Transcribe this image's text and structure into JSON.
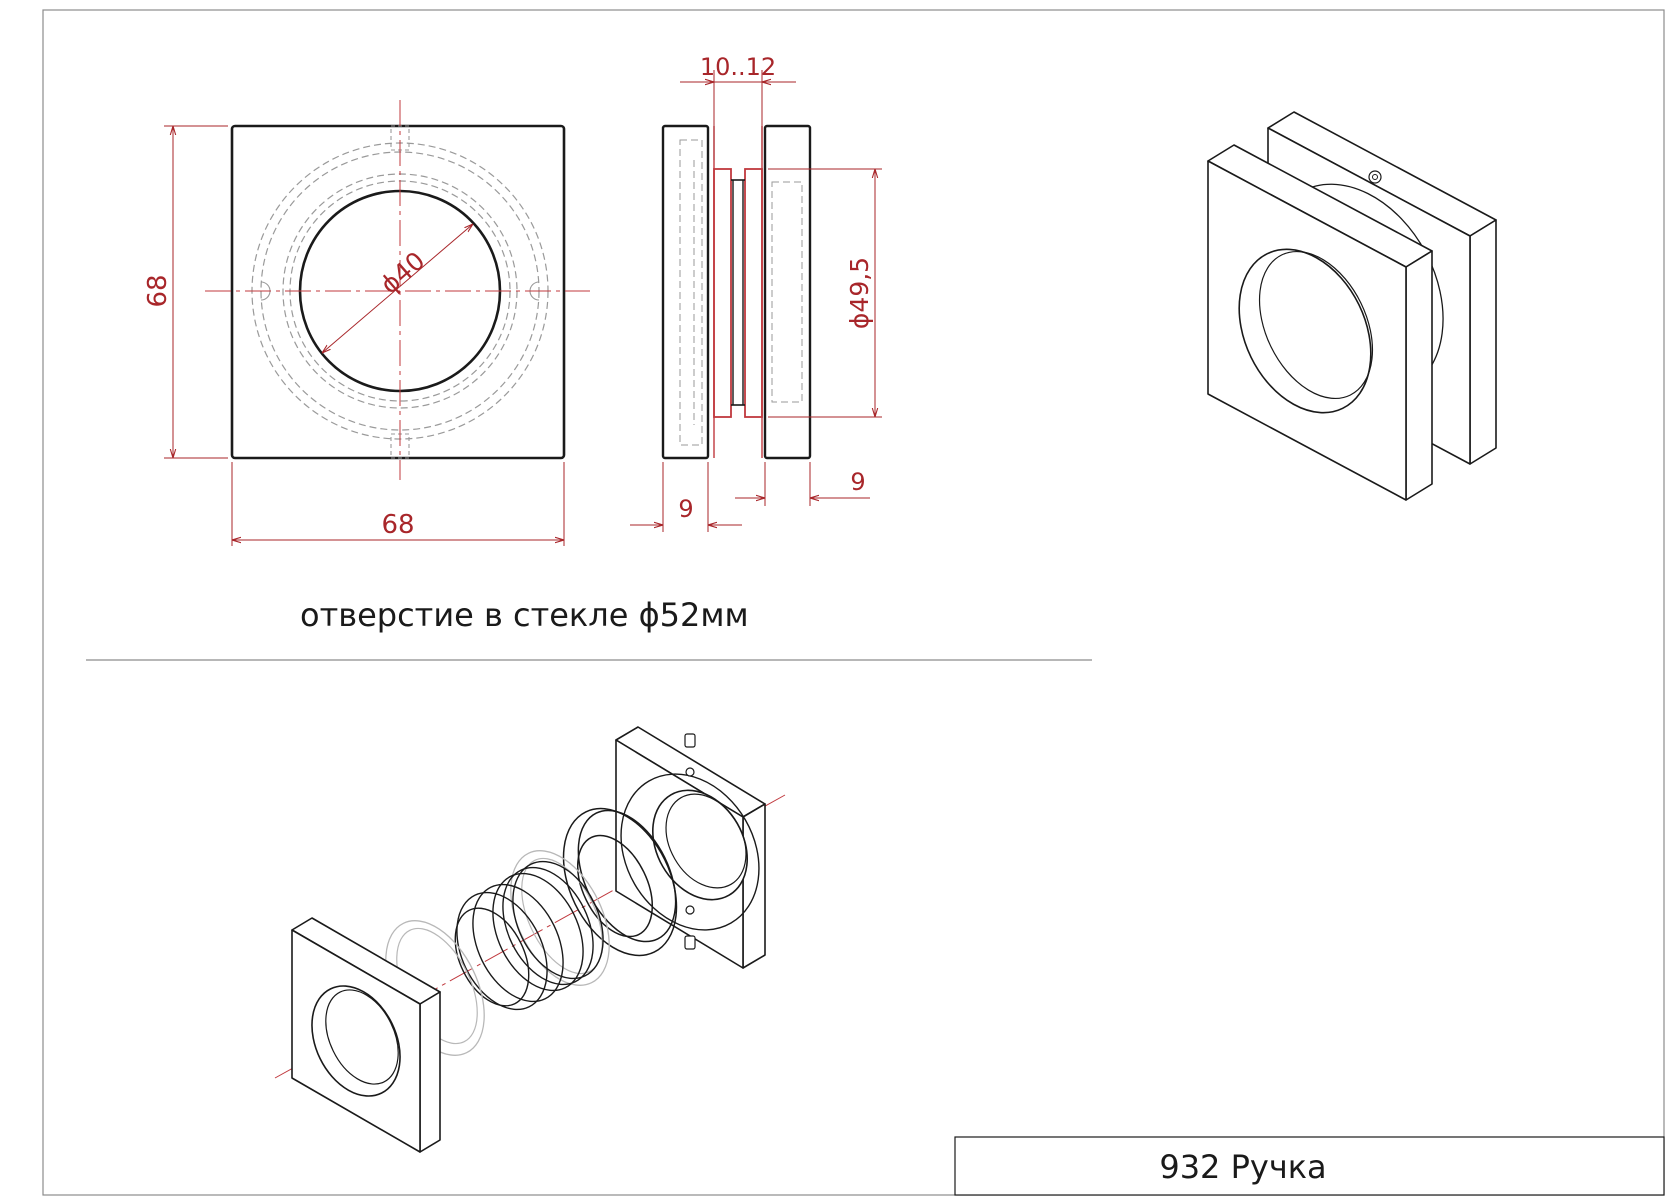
{
  "drawing": {
    "front_view": {
      "height_dim": "68",
      "width_dim": "68",
      "hole_dim": "ϕ40"
    },
    "side_view": {
      "gap_dim": "10..12",
      "diameter_dim": "ϕ49,5",
      "left_thickness_dim": "9",
      "right_thickness_dim": "9"
    },
    "note": "отверстие в стекле ϕ52мм",
    "title_block": {
      "title": "932 Ручка"
    },
    "colors": {
      "outline": "#1a1a1a",
      "dimension": "#a8262a",
      "hidden": "#9a9a9a",
      "frame": "#8c8c8c"
    }
  }
}
